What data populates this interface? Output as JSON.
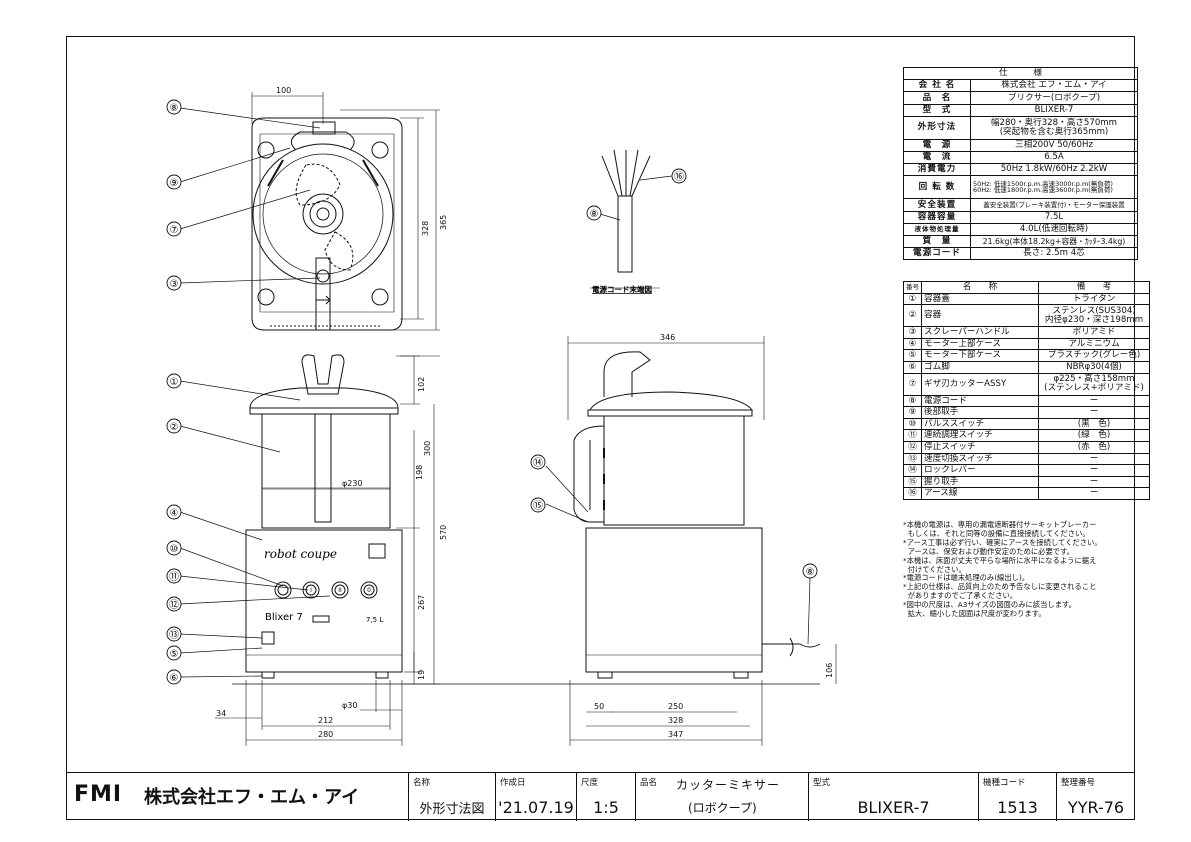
{
  "spec": {
    "header": "仕　　　様",
    "rows": [
      {
        "k": "会 社 名",
        "v": "株式会社 エフ・エム・アイ"
      },
      {
        "k": "品　名",
        "v": "ブリクサー(ロボクープ)"
      },
      {
        "k": "型　式",
        "v": "BLIXER-7"
      },
      {
        "k": "外形寸法",
        "v": "幅280・奥行328・高さ570mm\n(突起物を含む奥行365mm)"
      },
      {
        "k": "電　源",
        "v": "三相200V 50/60Hz"
      },
      {
        "k": "電　流",
        "v": "6.5A"
      },
      {
        "k": "消費電力",
        "v": "50Hz 1.8kW/60Hz 2.2kW"
      },
      {
        "k": "回 転 数",
        "v": "50Hz: 低速1500r.p.m.高速3000r.p.m(無負荷)\n60Hz: 低速1800r.p.m.高速3600r.p.m(無負荷)"
      },
      {
        "k": "安全装置",
        "v": "蓋安全装置(ブレーキ装置付)・モーター保護装置"
      },
      {
        "k": "容器容量",
        "v": "7.5L"
      },
      {
        "k": "液体物処理量",
        "v": "4.0L(低速回転時)"
      },
      {
        "k": "質　量",
        "v": "21.6kg(本体18.2kg+容器・ｶｯﾀｰ3.4kg)"
      },
      {
        "k": "電源コード",
        "v": "長さ: 2.5m 4芯"
      }
    ]
  },
  "parts": {
    "headers": [
      "番号",
      "名　　称",
      "備　　考"
    ],
    "rows": [
      {
        "no": "①",
        "name": "容器蓋",
        "note": "トライタン"
      },
      {
        "no": "②",
        "name": "容器",
        "note": "ステンレス(SUS304)\n内径φ230・深さ198mm"
      },
      {
        "no": "③",
        "name": "スクレーパーハンドル",
        "note": "ポリアミド"
      },
      {
        "no": "④",
        "name": "モーター上部ケース",
        "note": "アルミニウム"
      },
      {
        "no": "⑤",
        "name": "モーター下部ケース",
        "note": "プラスチック(グレー色)"
      },
      {
        "no": "⑥",
        "name": "ゴム脚",
        "note": "NBRφ30(4個)"
      },
      {
        "no": "⑦",
        "name": "ギザ刃カッターASSY",
        "note": "φ225・高さ158mm\n(ステンレス+ポリアミド)"
      },
      {
        "no": "⑧",
        "name": "電源コード",
        "note": "ー"
      },
      {
        "no": "⑨",
        "name": "後部取手",
        "note": "ー"
      },
      {
        "no": "⑩",
        "name": "パルススイッチ",
        "note": "(黒　色)"
      },
      {
        "no": "⑪",
        "name": "連続調理スイッチ",
        "note": "(緑　色)"
      },
      {
        "no": "⑫",
        "name": "停止スイッチ",
        "note": "(赤　色)"
      },
      {
        "no": "⑬",
        "name": "速度切換スイッチ",
        "note": "ー"
      },
      {
        "no": "⑭",
        "name": "ロックレバー",
        "note": "ー"
      },
      {
        "no": "⑮",
        "name": "握り取手",
        "note": "ー"
      },
      {
        "no": "⑯",
        "name": "アース線",
        "note": "ー"
      }
    ]
  },
  "notes": [
    "*本機の電源は、専用の漏電遮断器付サーキットブレーカー",
    "  もしくは、それと同等の設備に直接接続してください。",
    "*アース工事は必ず行い、確実にアースを接続してください。",
    "  アースは、保安および動作安定のために必要です。",
    "*本機は、床面が丈夫で平らな場所に水平になるように据え",
    "  付けてください。",
    "*電源コードは端末処理のみ(線出し)。",
    "*上記の仕様は、品質向上のため予告なしに変更されること",
    "  がありますのでご了承ください。",
    "*図中の尺度は、A3サイズの図面のみに該当します。",
    "  拡大、縮小した図面は尺度が変わります。"
  ],
  "drawing": {
    "cord_caption": "電源コード末端図",
    "dims_top": [
      "100",
      "328",
      "365"
    ],
    "dims_front": [
      "102",
      "300",
      "198",
      "570",
      "267",
      "19",
      "φ230",
      "φ30",
      "34",
      "212",
      "280"
    ],
    "dims_side": [
      "346",
      "50",
      "250",
      "328",
      "347",
      "106"
    ],
    "front_panel": {
      "brand": "robot coupe",
      "model": "Blixer 7",
      "capacity": "7,5 L",
      "buttons": [
        "0",
        "I",
        "II"
      ]
    },
    "callouts": [
      "①",
      "②",
      "③",
      "④",
      "⑤",
      "⑥",
      "⑦",
      "⑧",
      "⑨",
      "⑩",
      "⑪",
      "⑫",
      "⑬",
      "⑭",
      "⑮",
      "⑯"
    ]
  },
  "title_block": {
    "company": "株式会社エフ・エム・アイ",
    "logo": "FMI",
    "name_label": "名称",
    "name_value": "外形寸法図",
    "date_label": "作成日",
    "date_value": "'21.07.19",
    "scale_label": "尺度",
    "scale_value": "1:5",
    "product_label": "品名",
    "product_value_1": "カッターミキサー",
    "product_value_2": "(ロボクープ)",
    "model_label": "型式",
    "model_value": "BLIXER-7",
    "code_label": "機種コード",
    "code_value": "1513",
    "doc_label": "整理番号",
    "doc_value": "YYR-76"
  }
}
